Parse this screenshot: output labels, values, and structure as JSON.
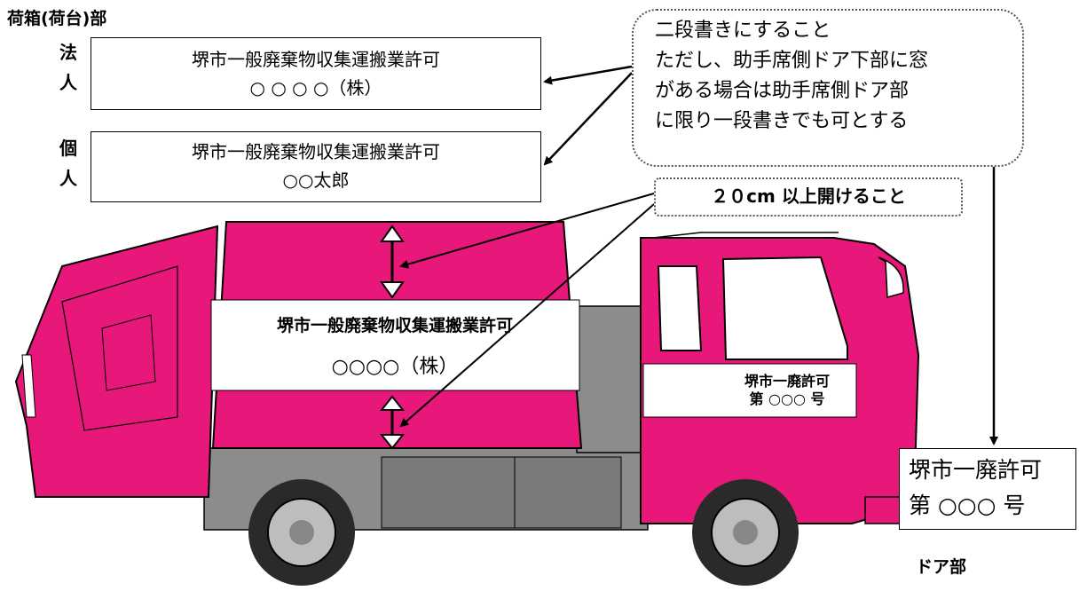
{
  "header": {
    "title": "荷箱(荷台)部"
  },
  "corporate": {
    "label_chars": [
      "法",
      "人"
    ],
    "line1": "堺市一般廃棄物収集運搬業許可",
    "line2": "○ ○ ○ ○（株）"
  },
  "individual": {
    "label_chars": [
      "個",
      "人"
    ],
    "line1": "堺市一般廃棄物収集運搬業許可",
    "line2": "○○太郎"
  },
  "note": {
    "lines": [
      "二段書きにすること",
      "ただし、助手席側ドア下部に窓",
      "がある場合は助手席側ドア部",
      "に限り一段書きでも可とする"
    ]
  },
  "gap_note": {
    "text": "２０cm 以上開けること"
  },
  "truck_body_sign": {
    "line1": "堺市一般廃棄物収集運搬業許可",
    "line2": "○○○○（株）"
  },
  "truck_door_sign": {
    "line1": "堺市一廃許可",
    "line2": "第 ○○○ 号"
  },
  "door_detail": {
    "line1": "堺市一廃許可",
    "line2": "第 ○○○ 号",
    "label": "ドア部"
  },
  "colors": {
    "truck_body": "#e8177a",
    "chassis": "#8c8c8c",
    "tire": "#2a2a2a",
    "hub": "#bdbdbd",
    "outline": "#000000",
    "note_border": "#555555"
  }
}
